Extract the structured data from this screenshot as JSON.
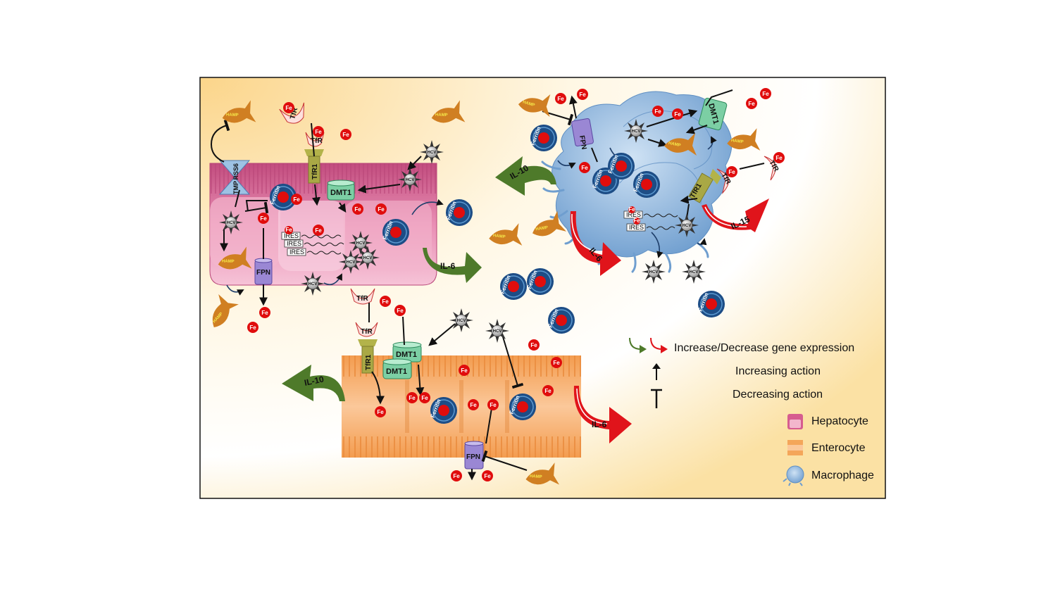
{
  "labels": {
    "fe": "Fe",
    "hcv": "HCV",
    "hamp": "HAMP",
    "ferritin": "Ferritin",
    "tfr": "TfR",
    "tfr1": "TfR1",
    "dmt1": "DMT1",
    "fpn": "FPN",
    "ires": "IRES",
    "tmprss6_a": "TMP",
    "tmprss6_b": "RSS6",
    "il6": "IL-6",
    "il10": "IL-10",
    "il15": "IL-15"
  },
  "legend": {
    "gene_expression": "Increase/Decrease gene expression",
    "increasing": "Increasing action",
    "decreasing": "Decreasing action",
    "hepatocyte": "Hepatocyte",
    "enterocyte": "Enterocyte",
    "macrophage": "Macrophage"
  },
  "colors": {
    "hepatocyte": "#d65c8f",
    "enterocyte": "#f4a65a",
    "macrophage": "#8db6dc",
    "increase_arrow": "#4e7a2a",
    "decrease_arrow": "#e0141b",
    "fe_dot": "#e00d0d",
    "ferritin": "#1d4d86",
    "dmt1": "#6dc49a",
    "fpn": "#8f7cc8",
    "tfr1": "#9a9840",
    "hamp": "#cc7a1f"
  }
}
